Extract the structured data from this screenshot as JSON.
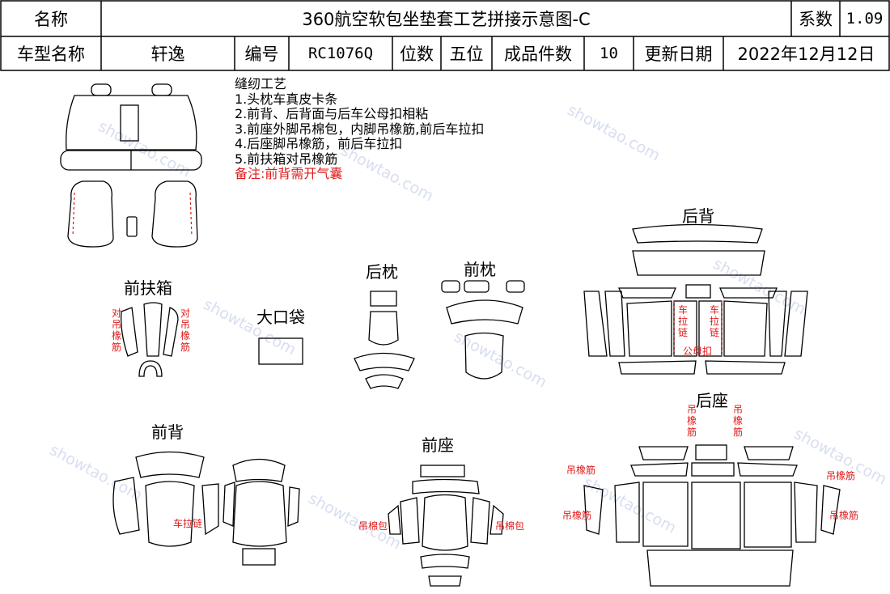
{
  "header": {
    "name_label": "名称",
    "title": "360航空软包坐垫套工艺拼接示意图-C",
    "coef_label": "系数",
    "coef_value": "1.09",
    "model_label": "车型名称",
    "model_value": "轩逸",
    "code_label": "编号",
    "code_value": "RC1076Q",
    "seats_label": "位数",
    "seats_value": "五位",
    "pieces_label": "成品件数",
    "pieces_value": "10",
    "date_label": "更新日期",
    "date_value": "2022年12月12日"
  },
  "notes": {
    "title": "缝纫工艺",
    "items": [
      "1.头枕车真皮卡条",
      "2.前背、后背面与后车公母扣相粘",
      "3.前座外脚吊棉包，内脚吊橡筋,前后车拉扣",
      "4.后座脚吊橡筋，前后车拉扣",
      "5.前扶箱对吊橡筋"
    ],
    "remark": "备注:前背需开气囊"
  },
  "sections": {
    "front_armrest": "前扶箱",
    "big_pocket": "大口袋",
    "rear_headrest": "后枕",
    "front_headrest": "前枕",
    "rear_back": "后背",
    "front_back": "前背",
    "front_seat": "前座",
    "rear_seat": "后座"
  },
  "annotations": {
    "armrest_left": "对吊橡筋",
    "armrest_right": "对吊橡筋",
    "rear_back_zip_left": "车拉链",
    "rear_back_zip_right": "车拉链",
    "rear_back_snap": "公母扣",
    "front_back_zip": "车拉链",
    "front_seat_left": "吊棉包",
    "front_seat_right": "吊棉包",
    "rear_seat_top_left": "吊橡筋",
    "rear_seat_top_right": "吊橡筋",
    "rear_seat_left_1": "吊橡筋",
    "rear_seat_left_2": "吊橡筋",
    "rear_seat_right_1": "吊橡筋",
    "rear_seat_right_2": "吊橡筋"
  },
  "colors": {
    "line": "#000000",
    "accent_red": "#e01a1a",
    "watermark": "#b9c3e6"
  }
}
